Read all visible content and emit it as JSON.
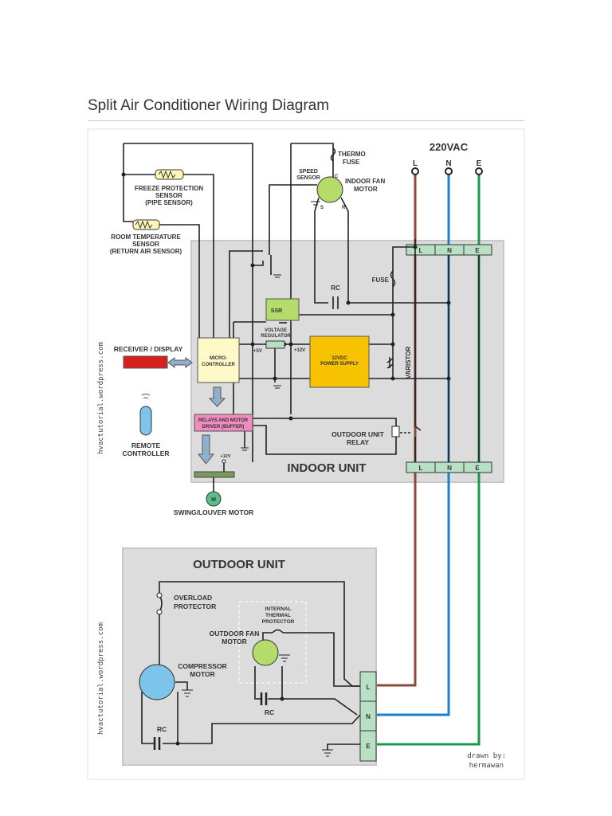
{
  "page_title": "Split Air Conditioner Wiring Diagram",
  "supply": {
    "label": "220VAC",
    "terminals": [
      "L",
      "N",
      "E"
    ]
  },
  "colors": {
    "live": "#8b4a3a",
    "neutral": "#1a7fcf",
    "earth": "#1a9a48",
    "unit_bg": "#dcdcdc"
  },
  "indoor": {
    "title": "INDOOR UNIT",
    "thermo_fuse": [
      "THERMO",
      "FUSE"
    ],
    "speed_sensor": [
      "SPEED",
      "SENSOR"
    ],
    "fan_motor": [
      "INDOOR FAN",
      "MOTOR"
    ],
    "freeze_sensor": [
      "FREEZE PROTECTION",
      "SENSOR",
      "(PIPE SENSOR)"
    ],
    "room_sensor": [
      "ROOM TEMPERATURE",
      "SENSOR",
      "(RETURN AIR SENSOR)"
    ],
    "fuse": "FUSE",
    "rc": "RC",
    "ssr": "SSR",
    "voltage_regulator": [
      "VOLTAGE",
      "REGULATOR"
    ],
    "plus5": "+5V",
    "plus12": "+12V",
    "power_supply": [
      "12VDC",
      "POWER SUPPLY"
    ],
    "varistor": "VARISTOR",
    "receiver": "RECEIVER / DISPLAY",
    "micro": [
      "MICRO-",
      "CONTROLLER"
    ],
    "remote": [
      "REMOTE",
      "CONTROLLER"
    ],
    "relays": [
      "RELAYS AND MOTOR",
      "DRIVER (BUFFER)"
    ],
    "outdoor_relay": [
      "OUTDOOR UNIT",
      "RELAY"
    ],
    "swing_motor": "SWING/LOUVER MOTOR",
    "motor_letter": "M",
    "pins": {
      "c": "C",
      "s": "S",
      "r": "R"
    }
  },
  "outdoor": {
    "title": "OUTDOOR UNIT",
    "overload": [
      "OVERLOAD",
      "PROTECTOR"
    ],
    "thermal": [
      "INTERNAL",
      "THERMAL",
      "PROTECTOR"
    ],
    "fan_motor": [
      "OUTDOOR FAN",
      "MOTOR"
    ],
    "compressor": [
      "COMPRESSOR",
      "MOTOR"
    ],
    "rc": "RC"
  },
  "watermark": "hvactutorial.wordpress.com",
  "credit": [
    "drawn by:",
    "hermawan"
  ]
}
